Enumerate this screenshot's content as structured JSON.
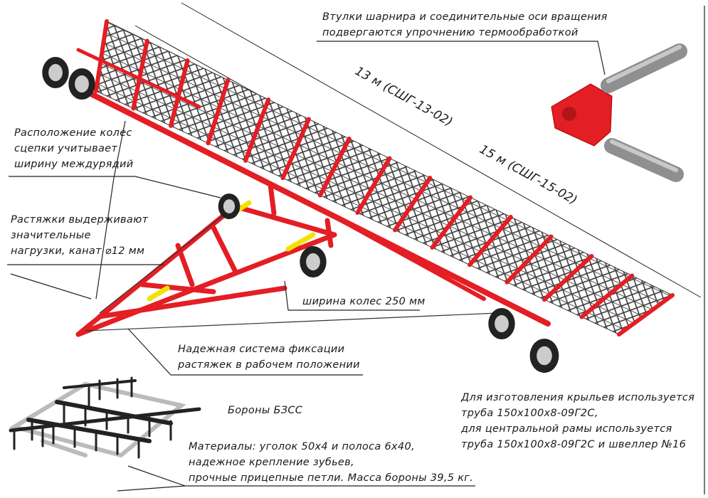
{
  "colors": {
    "frame": "#e31e24",
    "mesh": "#3a3a3a",
    "pin": "#9a9a9a",
    "text": "#1a1a1a"
  },
  "labels": {
    "hinge_note": [
      "Втулки шарнира и соединительные оси вращения",
      "подвергаются упрочнению термообработкой"
    ],
    "wheel_position": [
      "Расположение колес",
      "сцепки учитывает",
      "ширину междурядий"
    ],
    "braces": [
      "Растяжки выдерживают",
      "значительные",
      "нагрузки, канат ⌀12 мм"
    ],
    "wheel_width": "ширина колес 250 мм",
    "fixation": [
      "Надежная система фиксации",
      "растяжек в рабочем положении"
    ],
    "harrows_title": "Бороны БЗСС",
    "materials": [
      "Материалы: уголок 50х4 и полоса 6х40,",
      "надежное крепление зубьев,",
      "прочные прицепные петли. Масса бороны 39,5 кг."
    ],
    "wings_note": [
      "Для изготовления крыльев используется",
      "труба 150х100х8-09Г2С,",
      "для центральной рамы используется",
      "труба 150х100х8-09Г2С и швеллер №16"
    ]
  },
  "dimensions": {
    "width_13": "13 м (СШГ-13-02)",
    "width_15": "15 м (СШГ-15-02)"
  }
}
